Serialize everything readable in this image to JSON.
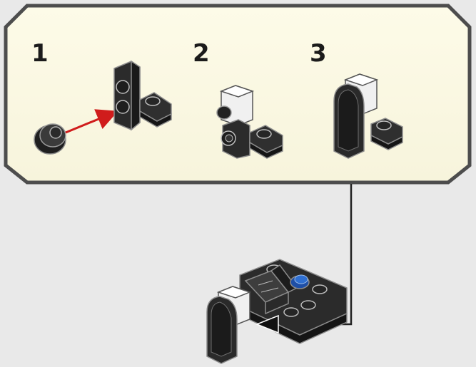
{
  "steps": [
    {
      "number": "1"
    },
    {
      "number": "2"
    },
    {
      "number": "3"
    }
  ],
  "colors": {
    "background": "#e9e9e9",
    "panel_fill": "#fbf9e3",
    "panel_border": "#555555",
    "brick_dark": "#2a2a2a",
    "brick_light": "#eeeeee",
    "stud_blue": "#2f6fd1",
    "arrow_red": "#d01c1c"
  },
  "icons": [
    "black-bracket-brick-icon",
    "black-round-plate-icon",
    "white-tile-icon",
    "black-curved-slope-icon",
    "blue-round-stud-icon",
    "dark-slope-brick-icon"
  ]
}
